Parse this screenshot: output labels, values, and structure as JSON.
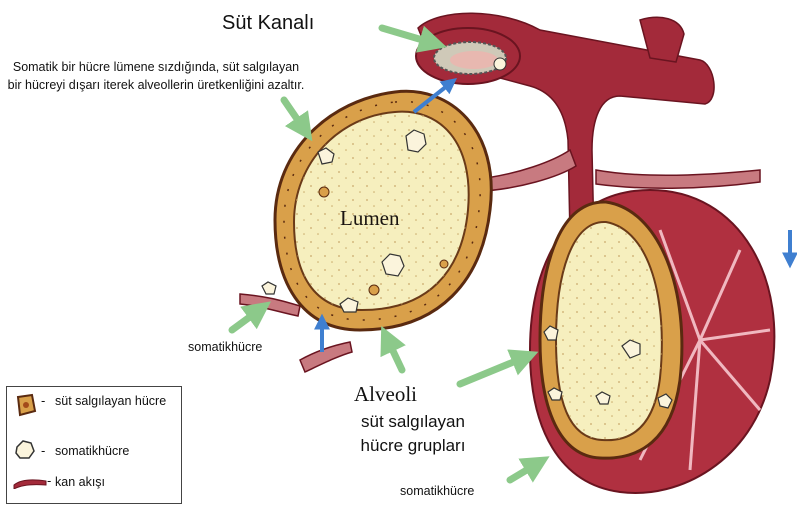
{
  "labels": {
    "milk_duct": "Süt Kanalı",
    "description": "Somatik bir hücre lümene sızdığında, süt salgılayan bir hücreyi dışarı iterek alveollerin üretkenliğini azaltır.",
    "lumen": "Lumen",
    "somatic_cell_left": "somatikhücre",
    "alveoli": "Alveoli",
    "cell_groups": "süt salgılayan hücre grupları",
    "somatic_cell_bottom": "somatikhücre"
  },
  "legend": {
    "items": [
      {
        "icon": "milk-secreting-cell-icon",
        "dash": "-",
        "text": "süt salgılayan hücre"
      },
      {
        "icon": "somatic-cell-icon",
        "dash": "-",
        "text": "somatikhücre"
      },
      {
        "icon": "blood-flow-icon",
        "dash": "-",
        "text": "kan akışı"
      }
    ]
  },
  "colors": {
    "arrow_green": "#8cc98a",
    "arrow_blue": "#3f7fd0",
    "vessel": "#a32a3a",
    "cell_fill": "#d9a04a",
    "lumen_fill": "#f6efbe",
    "somatic_fill": "#fbf4dc"
  }
}
